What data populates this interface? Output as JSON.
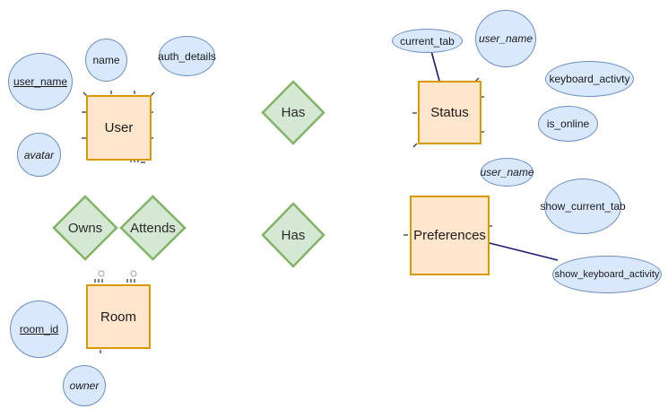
{
  "diagram_type": "entity-relationship",
  "colors": {
    "entity_fill": "#ffe6cc",
    "entity_stroke": "#d79b00",
    "attribute_fill": "#dae8fc",
    "attribute_stroke": "#6c8ebf",
    "relationship_fill": "#d5e8d4",
    "relationship_stroke": "#82b366",
    "edge_line": "#1b1b6f"
  },
  "entities": {
    "user": {
      "label": "User"
    },
    "status": {
      "label": "Status"
    },
    "preferences": {
      "label": "Preferences"
    },
    "room": {
      "label": "Room"
    }
  },
  "relationships": {
    "has_top": {
      "label": "Has"
    },
    "has_bottom": {
      "label": "Has"
    },
    "owns": {
      "label": "Owns"
    },
    "attends": {
      "label": "Attends"
    }
  },
  "attributes": {
    "user_name_user": {
      "label": "user_name",
      "style": "underlined"
    },
    "name": {
      "label": "name",
      "style": "plain"
    },
    "auth_details": {
      "label": "auth_details",
      "style": "plain"
    },
    "avatar": {
      "label": "avatar",
      "style": "italic"
    },
    "room_id": {
      "label": "room_id",
      "style": "underlined"
    },
    "owner": {
      "label": "owner",
      "style": "italic"
    },
    "current_tab": {
      "label": "current_tab",
      "style": "plain"
    },
    "user_name_status": {
      "label": "user_name",
      "style": "italic"
    },
    "keyboard_activty": {
      "label": "keyboard_activty",
      "style": "plain"
    },
    "is_online": {
      "label": "is_online",
      "style": "plain"
    },
    "user_name_preferences": {
      "label": "user_name",
      "style": "italic"
    },
    "show_current_tab": {
      "label": "show_current_tab",
      "style": "plain"
    },
    "show_keyboard_activity": {
      "label": "show_keyboard_activity",
      "style": "plain"
    }
  }
}
